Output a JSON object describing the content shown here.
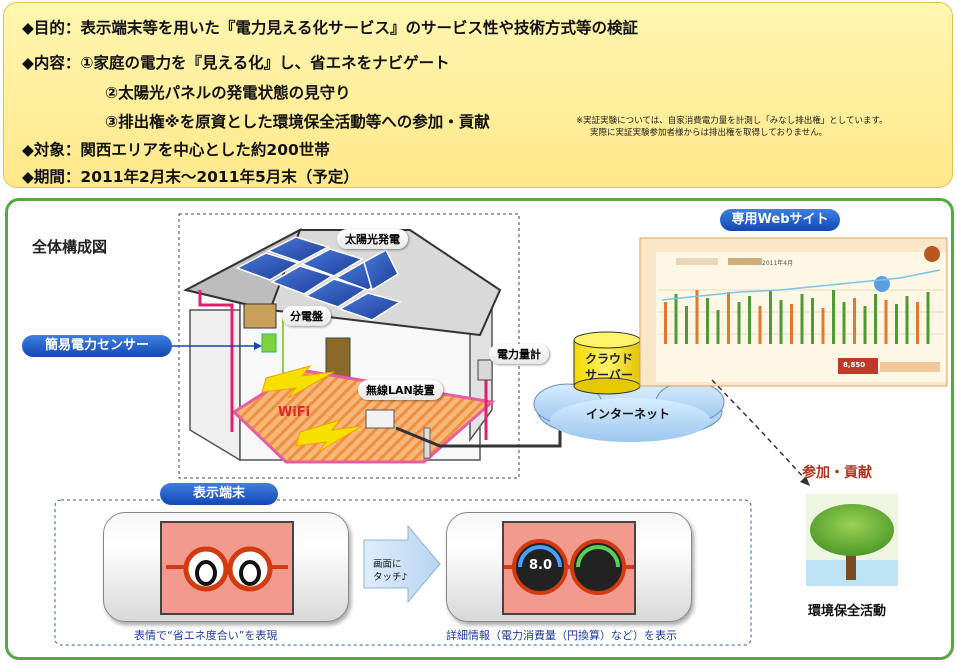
{
  "info": {
    "lines": [
      "◆目的：表示端末等を用いた『電力見える化サービス』のサービス性や技術方式等の検証",
      "◆内容：①家庭の電力を『見える化』し、省エネをナビゲート",
      "②太陽光パネルの発電状態の見守り",
      "③排出権※を原資とした環境保全活動等への参加・貢献",
      "◆対象：関西エリアを中心とした約200世帯",
      "◆期間：2011年2月末～2011年5月末（予定）"
    ],
    "note_lines": [
      "※実証実験については、自家消費電力量を計測し「みなし排出権」としています。",
      "実際に実証実験参加者様からは排出権を取得しておりません。"
    ]
  },
  "diagram": {
    "title": "全体構成図",
    "solar_label": "太陽光発電",
    "panel_label": "分電盤",
    "sensor_label": "簡易電力センサー",
    "meter_label": "電力量計",
    "lan_label": "無線LAN装置",
    "wifi_label": "WiFi",
    "cloud_server_label_1": "クラウド",
    "cloud_server_label_2": "サーバー",
    "internet_label": "インターネット",
    "website_label": "専用Webサイト",
    "web_month": "2011年4月",
    "web_value": "8,850",
    "participate_label": "参加・貢献",
    "env_label": "環境保全活動",
    "terminal_label": "表示端末",
    "tap_label_1": "画面に",
    "tap_label_2": "タッチ♪",
    "terminal_left_value": "8.0",
    "terminal_caption_left": "表情で“省エネ度合い”を表現",
    "terminal_caption_right": "詳細情報（電力消費量（円換算）など）を表示"
  },
  "colors": {
    "accent_blue": "#1447b5",
    "main_border": "#55a845",
    "info_bg": "#ffe88a",
    "participate": "#b0321c"
  }
}
